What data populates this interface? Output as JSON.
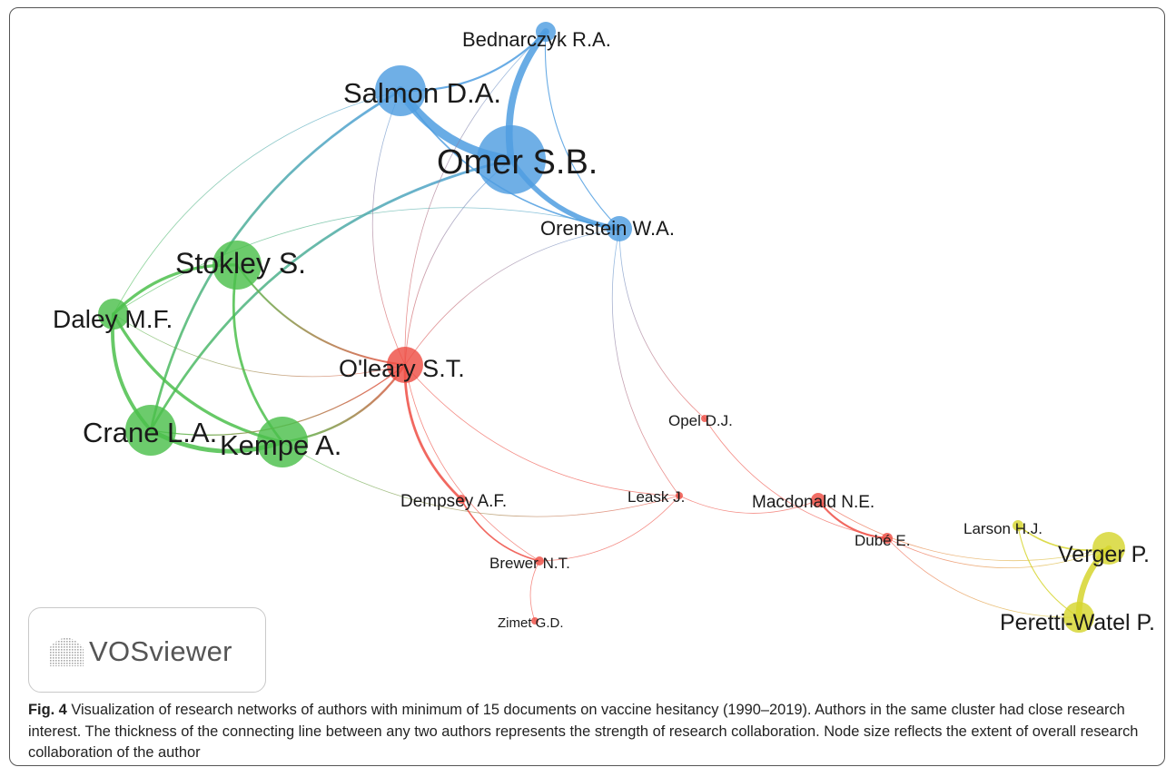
{
  "logo": {
    "text": "VOSviewer"
  },
  "caption": {
    "label": "Fig. 4",
    "text": "Visualization of research networks of authors with minimum of 15 documents on vaccine hesitancy (1990–2019). Authors in the same cluster had close research interest. The thickness of the connecting line between any two authors represents the strength of research collaboration. Node size reflects the extent of overall research collaboration of the author"
  },
  "colors": {
    "blue": "#4f9ee0",
    "green": "#4cbf4c",
    "red": "#ee4e44",
    "yellow": "#d6d52e"
  },
  "network": {
    "nodes": [
      {
        "id": "bednarczyk",
        "label": "Bednarczyk R.A.",
        "cluster": "blue"
      },
      {
        "id": "salmon",
        "label": "Salmon D.A.",
        "cluster": "blue"
      },
      {
        "id": "omer",
        "label": "Omer S.B.",
        "cluster": "blue"
      },
      {
        "id": "orenstein",
        "label": "Orenstein W.A.",
        "cluster": "blue"
      },
      {
        "id": "stokley",
        "label": "Stokley S.",
        "cluster": "green"
      },
      {
        "id": "daley",
        "label": "Daley M.F.",
        "cluster": "green"
      },
      {
        "id": "crane",
        "label": "Crane L.A.",
        "cluster": "green"
      },
      {
        "id": "kempe",
        "label": "Kempe A.",
        "cluster": "green"
      },
      {
        "id": "oleary",
        "label": "O'leary S.T.",
        "cluster": "red"
      },
      {
        "id": "opel",
        "label": "Opel D.J.",
        "cluster": "red"
      },
      {
        "id": "dempsey",
        "label": "Dempsey A.F.",
        "cluster": "red"
      },
      {
        "id": "leask",
        "label": "Leask J.",
        "cluster": "red"
      },
      {
        "id": "macdonald",
        "label": "Macdonald N.E.",
        "cluster": "red"
      },
      {
        "id": "dube",
        "label": "Dubé E.",
        "cluster": "red"
      },
      {
        "id": "brewer",
        "label": "Brewer N.T.",
        "cluster": "red"
      },
      {
        "id": "zimet",
        "label": "Zimet G.D.",
        "cluster": "red"
      },
      {
        "id": "larson",
        "label": "Larson H.J.",
        "cluster": "yellow"
      },
      {
        "id": "verger",
        "label": "Verger P.",
        "cluster": "yellow"
      },
      {
        "id": "peretti",
        "label": "Peretti-Watel P.",
        "cluster": "yellow"
      }
    ],
    "links": [
      {
        "source": "salmon",
        "target": "omer",
        "strength": 9
      },
      {
        "source": "bednarczyk",
        "target": "omer",
        "strength": 7
      },
      {
        "source": "omer",
        "target": "orenstein",
        "strength": 5
      },
      {
        "source": "salmon",
        "target": "bednarczyk",
        "strength": 2
      },
      {
        "source": "bednarczyk",
        "target": "orenstein",
        "strength": 1
      },
      {
        "source": "salmon",
        "target": "orenstein",
        "strength": 1.5
      },
      {
        "source": "salmon",
        "target": "crane",
        "strength": 2.5
      },
      {
        "source": "omer",
        "target": "crane",
        "strength": 2.5
      },
      {
        "source": "salmon",
        "target": "daley",
        "strength": 0.6
      },
      {
        "source": "orenstein",
        "target": "daley",
        "strength": 0.6
      },
      {
        "source": "bednarczyk",
        "target": "oleary",
        "strength": 0.6
      },
      {
        "source": "omer",
        "target": "oleary",
        "strength": 0.8
      },
      {
        "source": "salmon",
        "target": "oleary",
        "strength": 0.6
      },
      {
        "source": "orenstein",
        "target": "oleary",
        "strength": 0.6
      },
      {
        "source": "orenstein",
        "target": "opel",
        "strength": 0.6
      },
      {
        "source": "orenstein",
        "target": "leask",
        "strength": 0.6
      },
      {
        "source": "stokley",
        "target": "daley",
        "strength": 3
      },
      {
        "source": "stokley",
        "target": "kempe",
        "strength": 2.5
      },
      {
        "source": "daley",
        "target": "crane",
        "strength": 3.5
      },
      {
        "source": "daley",
        "target": "kempe",
        "strength": 3
      },
      {
        "source": "crane",
        "target": "kempe",
        "strength": 4.5
      },
      {
        "source": "stokley",
        "target": "oleary",
        "strength": 1.8
      },
      {
        "source": "kempe",
        "target": "oleary",
        "strength": 2.2
      },
      {
        "source": "crane",
        "target": "oleary",
        "strength": 1.2
      },
      {
        "source": "daley",
        "target": "oleary",
        "strength": 0.6
      },
      {
        "source": "kempe",
        "target": "leask",
        "strength": 0.6
      },
      {
        "source": "oleary",
        "target": "leask",
        "strength": 0.6
      },
      {
        "source": "oleary",
        "target": "dempsey",
        "strength": 2.5
      },
      {
        "source": "dempsey",
        "target": "brewer",
        "strength": 1.5
      },
      {
        "source": "oleary",
        "target": "brewer",
        "strength": 0.6
      },
      {
        "source": "brewer",
        "target": "zimet",
        "strength": 0.6
      },
      {
        "source": "brewer",
        "target": "leask",
        "strength": 0.6
      },
      {
        "source": "leask",
        "target": "macdonald",
        "strength": 0.6
      },
      {
        "source": "opel",
        "target": "dube",
        "strength": 0.6
      },
      {
        "source": "macdonald",
        "target": "dube",
        "strength": 2
      },
      {
        "source": "macdonald",
        "target": "verger",
        "strength": 0.6
      },
      {
        "source": "dube",
        "target": "peretti",
        "strength": 0.6
      },
      {
        "source": "larson",
        "target": "verger",
        "strength": 1.5
      },
      {
        "source": "larson",
        "target": "peretti",
        "strength": 1
      },
      {
        "source": "verger",
        "target": "peretti",
        "strength": 6
      },
      {
        "source": "dube",
        "target": "verger",
        "strength": 0.6
      }
    ]
  }
}
